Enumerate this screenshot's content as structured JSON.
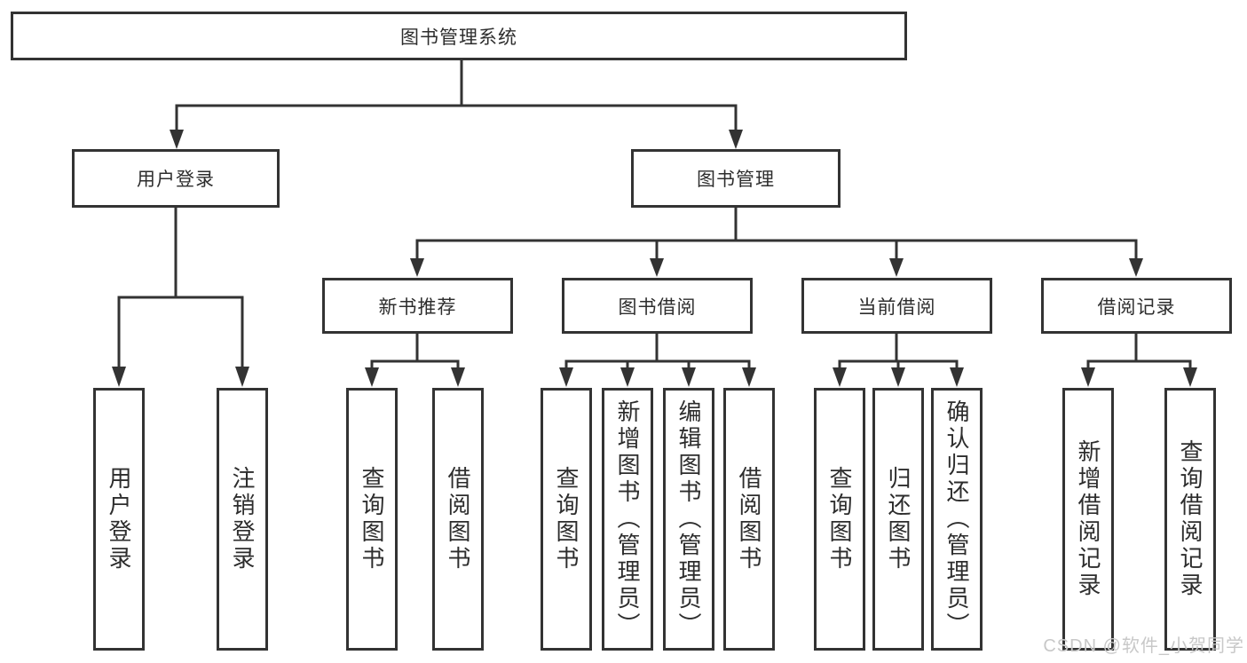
{
  "diagram": {
    "root": {
      "label": "图书管理系统"
    },
    "branches": [
      {
        "label": "用户登录",
        "children": [
          {
            "label": "用户登录"
          },
          {
            "label": "注销登录"
          }
        ]
      },
      {
        "label": "图书管理",
        "children": [
          {
            "label": "新书推荐",
            "children": [
              {
                "label": "查询图书"
              },
              {
                "label": "借阅图书"
              }
            ]
          },
          {
            "label": "图书借阅",
            "children": [
              {
                "label": "查询图书"
              },
              {
                "label": "新增图书（管理员）"
              },
              {
                "label": "编辑图书（管理员）"
              },
              {
                "label": "借阅图书"
              }
            ]
          },
          {
            "label": "当前借阅",
            "children": [
              {
                "label": "查询图书"
              },
              {
                "label": "归还图书"
              },
              {
                "label": "确认归还（管理员）"
              }
            ]
          },
          {
            "label": "借阅记录",
            "children": [
              {
                "label": "新增借阅记录"
              },
              {
                "label": "查询借阅记录"
              }
            ]
          }
        ]
      }
    ]
  },
  "watermark": {
    "text": "CSDN @软件_小贺同学"
  },
  "colors": {
    "line": "#333333",
    "box_border": "#333333",
    "text": "#2d2d2d",
    "watermark": "#c8c8c8",
    "background": "#ffffff"
  }
}
